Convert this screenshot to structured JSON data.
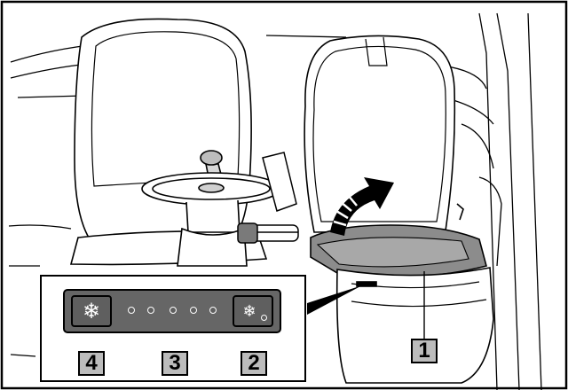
{
  "callouts": {
    "seat_compartment": "1",
    "right_button": "2",
    "indicator_row": "3",
    "left_button": "4"
  },
  "panel": {
    "left_button_icon": "snowflake-icon",
    "right_button_icon": "snowflake-icon",
    "indicator_count": 5
  },
  "colors": {
    "panel_fill": "#666666",
    "button_fill": "#5f5f5f",
    "callout_fill": "#bcbcbc",
    "seat_cushion": "#8c8c8c"
  }
}
